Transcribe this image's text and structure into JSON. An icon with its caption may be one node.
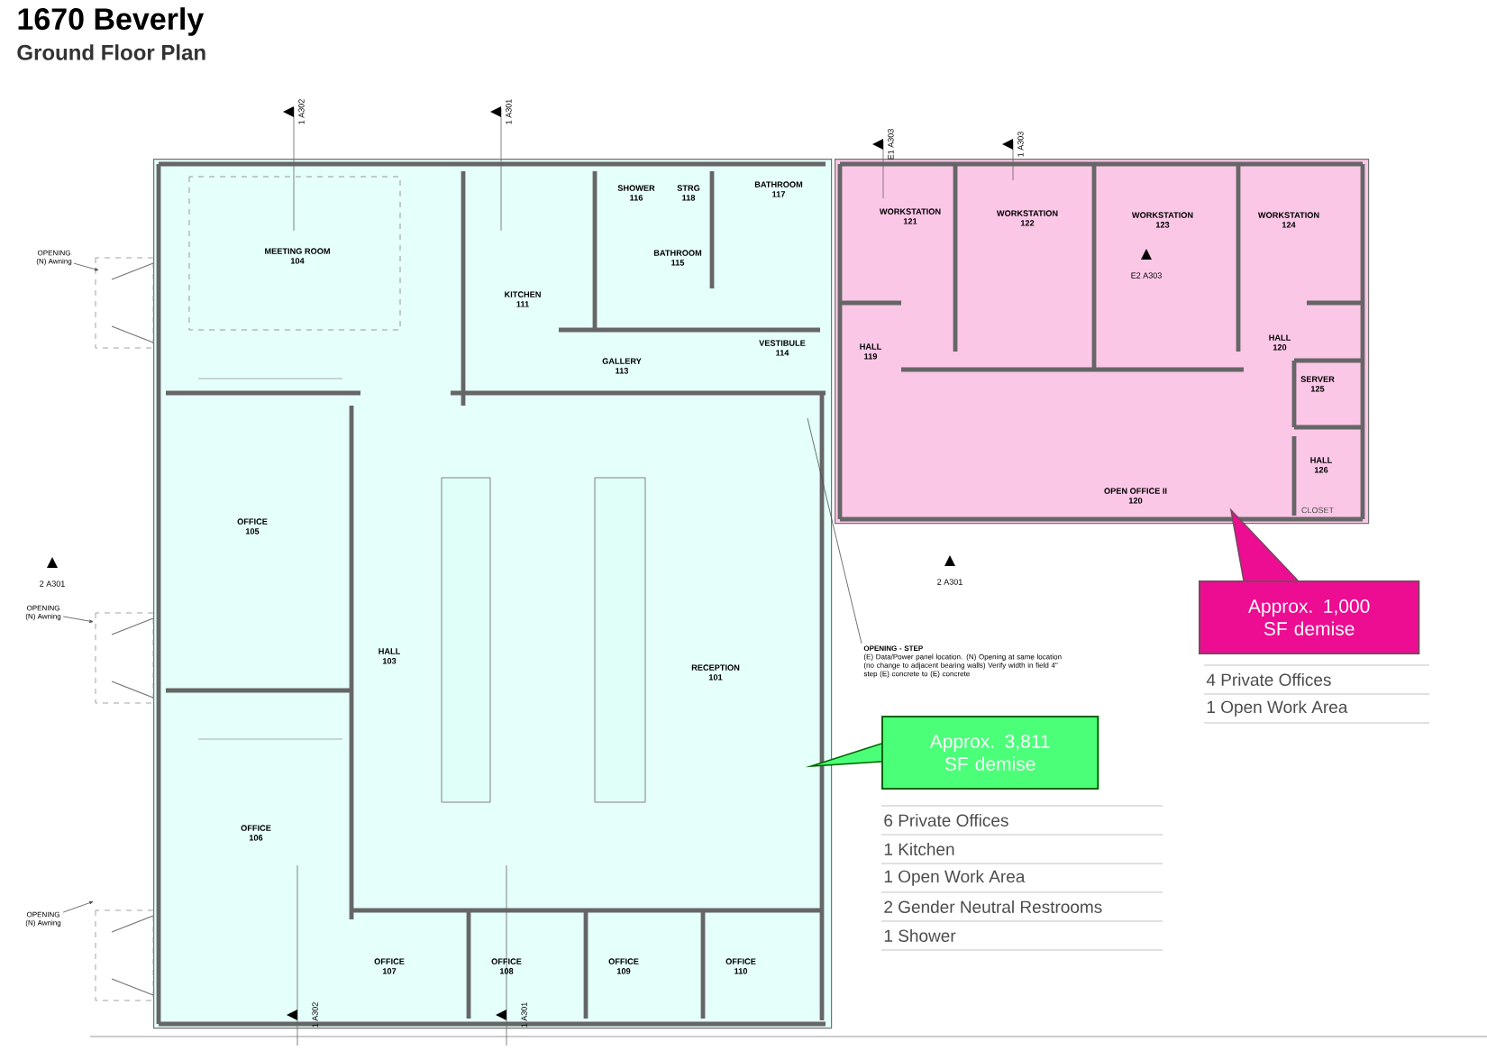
{
  "diagram": {
    "title": "1670 Beverly",
    "nodes": [
      {
        "text": [],
        "shape": "box"
      },
      {
        "text": [],
        "shape": "box"
      },
      {
        "text": [
          "MEETING ROOM",
          "104"
        ],
        "in": 0
      },
      {
        "text": [
          "KITCHEN",
          "111"
        ],
        "in": 0
      },
      {
        "text": [
          "SHOWER",
          "116"
        ],
        "in": 0
      },
      {
        "text": [
          "STRG",
          "118"
        ],
        "in": 0
      },
      {
        "text": [
          "BATHROOM",
          "117"
        ],
        "in": 0
      },
      {
        "text": [
          "BATHROOM",
          "115"
        ],
        "in": 0
      },
      {
        "text": [
          "VESTIBULE",
          "114"
        ],
        "in": 0
      },
      {
        "text": [
          "GALLERY",
          "113"
        ],
        "in": 0
      },
      {
        "text": [
          "OFFICE",
          "105"
        ],
        "in": 0
      },
      {
        "text": [
          "HALL",
          "103"
        ],
        "in": 0
      },
      {
        "text": [
          "RECEPTION",
          "101"
        ],
        "in": 0
      },
      {
        "text": [
          "OFFICE",
          "106"
        ],
        "in": 0
      },
      {
        "text": [
          "OFFICE",
          "107"
        ],
        "in": 0
      },
      {
        "text": [
          "OFFICE",
          "108"
        ],
        "in": 0
      },
      {
        "text": [
          "OFFICE",
          "109"
        ],
        "in": 0
      },
      {
        "text": [
          "OFFICE",
          "110"
        ],
        "in": 0
      },
      {
        "text": [
          "WORKSTATION",
          "121"
        ],
        "in": 1
      },
      {
        "text": [
          "WORKSTATION",
          "122"
        ],
        "in": 1
      },
      {
        "text": [
          "WORKSTATION",
          "123"
        ],
        "in": 1
      },
      {
        "text": [
          "WORKSTATION",
          "124"
        ],
        "in": 1
      },
      {
        "text": [
          "HALL",
          "119"
        ],
        "in": 1
      },
      {
        "text": [
          "HALL",
          "120"
        ],
        "in": 1
      },
      {
        "text": [
          "SERVER",
          "125"
        ],
        "in": 1
      },
      {
        "text": [
          "HALL",
          "126"
        ],
        "in": 1
      },
      {
        "text": [
          "OPEN OFFICE II",
          "120"
        ],
        "in": 1
      },
      {
        "text": [
          "Approx. 3,811 SF demise"
        ]
      },
      {
        "text": [
          "Approx. 1,000 SF demise"
        ]
      },
      {
        "text": [
          "OPENING",
          "(N) Awning"
        ]
      },
      {
        "text": [
          "OPENING",
          "(N) Awning"
        ]
      },
      {
        "text": [
          "OPENING",
          "(N) Awning"
        ]
      },
      {
        "text": [
          "OPENING - STEP",
          "(E) Data/Power panel location. (N) Opening at same location (no change to adjacent bearing walls) Verify width in field 4\" step (E) concrete to (E) concrete"
        ]
      }
    ],
    "edges": [
      {
        "from": 27,
        "to": 0,
        "arrow": "to"
      },
      {
        "from": 28,
        "to": 1,
        "arrow": "to"
      },
      {
        "from": 29,
        "to": null,
        "arrow": "to"
      },
      {
        "from": 30,
        "to": null,
        "arrow": "to"
      },
      {
        "from": 31,
        "to": null,
        "arrow": "to"
      },
      {
        "from": 32,
        "to": null,
        "arrow": "none"
      }
    ],
    "labels": [
      "Ground Floor Plan",
      "1 A302",
      "1 A301",
      "E1 A303",
      "1 A303",
      "E2 A303",
      "2 A301",
      "2 A301",
      "CLOSET",
      "4 Private Offices",
      "1 Open Work Area",
      "6 Private Offices",
      "1 Kitchen",
      "1 Open Work Area",
      "2 Gender Neutral Restrooms",
      "1 Shower",
      "1 A302",
      "1 A301"
    ]
  }
}
